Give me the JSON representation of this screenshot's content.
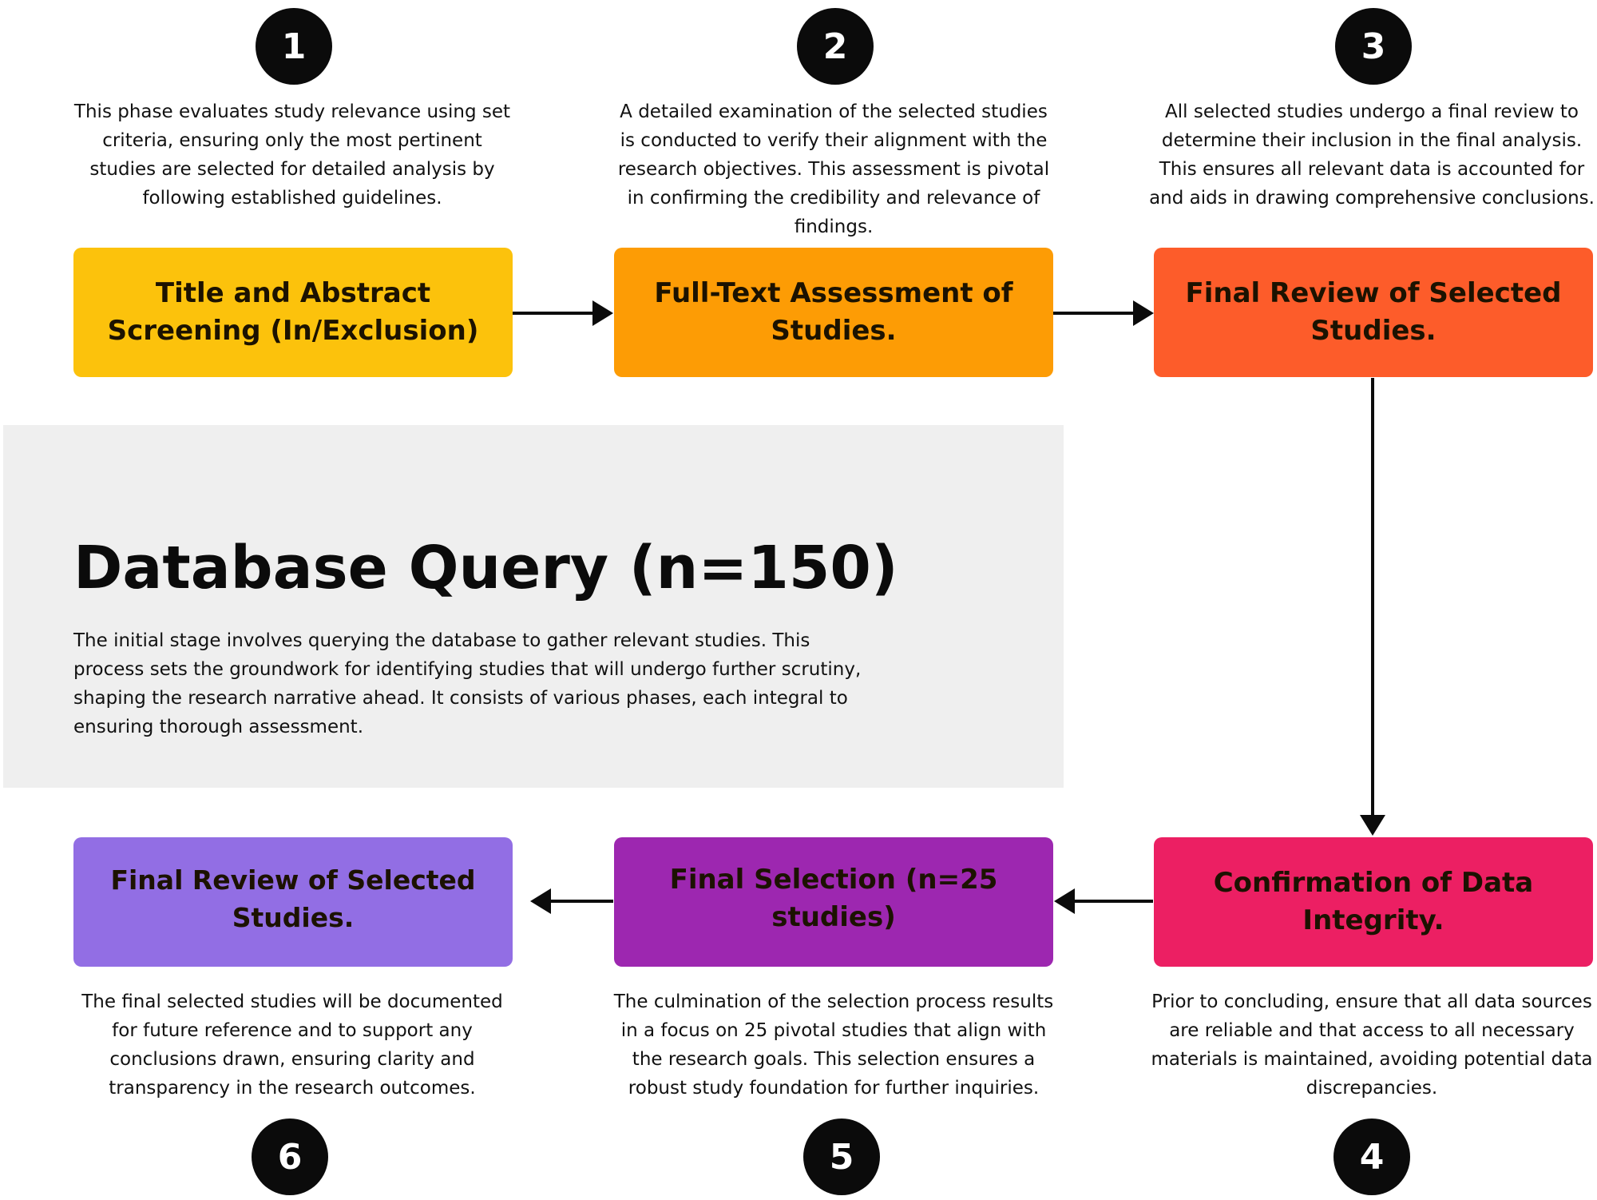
{
  "steps": {
    "s1": {
      "number": "1",
      "box": "Title and Abstract Screening (In/Exclusion)",
      "description": "This phase evaluates study relevance using set criteria, ensuring only the most pertinent studies are selected for detailed analysis by following established guidelines.",
      "color": "#fcc20c"
    },
    "s2": {
      "number": "2",
      "box": "Full-Text Assessment of Studies.",
      "description": "A detailed examination of the selected studies is conducted to verify their alignment with the research objectives. This assessment is pivotal in confirming the credibility and relevance of findings.",
      "color": "#fd9c05"
    },
    "s3": {
      "number": "3",
      "box": "Final Review of Selected Studies.",
      "description": "All selected studies undergo a final review to determine their inclusion in the final analysis. This ensures all relevant data is accounted for and aids in drawing comprehensive conclusions.",
      "color": "#fd5c2a"
    },
    "s4": {
      "number": "4",
      "box": "Confirmation of Data Integrity.",
      "description": "Prior to concluding, ensure that all data sources are reliable and that access to all necessary materials is maintained, avoiding potential data discrepancies.",
      "color": "#ec1f63"
    },
    "s5": {
      "number": "5",
      "box": "Final Selection (n=25 studies)",
      "description": "The culmination of the selection process results in a focus on 25 pivotal studies that align with the research goals. This selection ensures a robust study foundation for further inquiries.",
      "color": "#9d27b0"
    },
    "s6": {
      "number": "6",
      "box": "Final Review of Selected Studies.",
      "description": "The final selected studies will be documented for future reference and to support any conclusions drawn, ensuring clarity and transparency in the research outcomes.",
      "color": "#926ee4"
    }
  },
  "query": {
    "title": "Database Query (n=150)",
    "description": "The initial stage involves querying the database to gather relevant studies. This process sets the groundwork for identifying studies that will undergo further scrutiny, shaping the research narrative ahead. It consists of various phases, each integral to ensuring thorough assessment."
  }
}
